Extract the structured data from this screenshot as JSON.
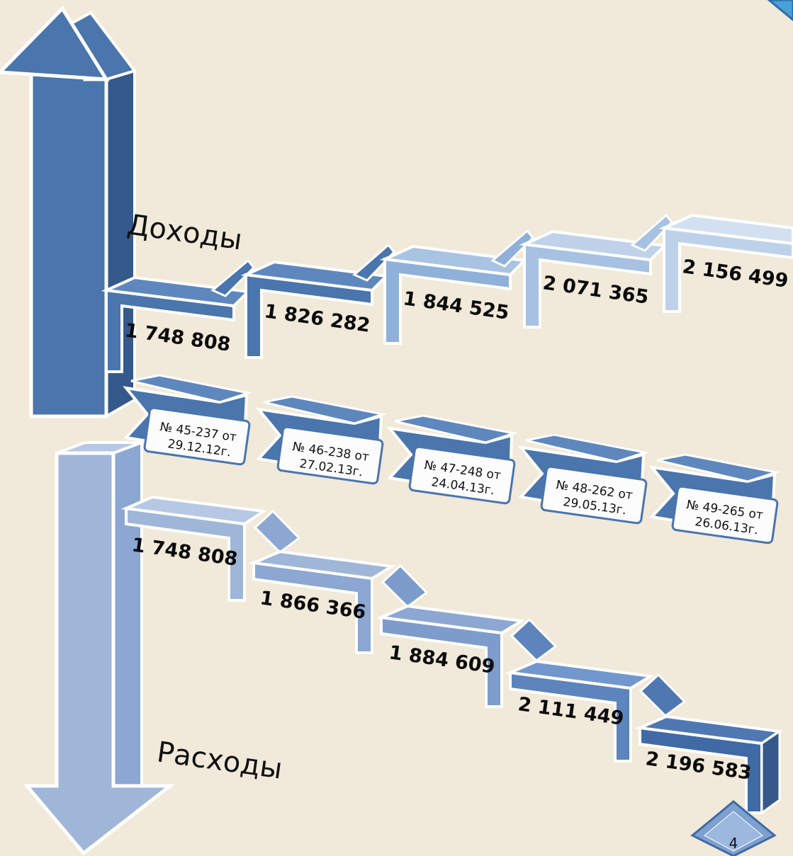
{
  "income": {
    "title": "Доходы",
    "values": [
      "1 748 808",
      "1 826 282",
      "1 844 525",
      "2 071 365",
      "2 156 499"
    ]
  },
  "expenses": {
    "title": "Расходы",
    "values": [
      "1 748 808",
      "1 866 366",
      "1 884 609",
      "2 111 449",
      "2 196 583"
    ]
  },
  "decisions": [
    {
      "number": "№ 45-237 от",
      "date": "29.12.12г."
    },
    {
      "number": "№ 46-238 от",
      "date": "27.02.13г."
    },
    {
      "number": "№ 47-248 от",
      "date": "24.04.13г."
    },
    {
      "number": "№ 48-262 от",
      "date": "29.05.13г."
    },
    {
      "number": "№ 49-265 от",
      "date": "26.06.13г."
    }
  ],
  "page_number": "4",
  "colors": {
    "background": "#f1e9d9",
    "income_blue": "#4a75ad",
    "income_dark": "#35598a",
    "expense_light": "#9fb6d8",
    "expense_mid": "#7d9ccb",
    "expense_dark": "#3f6aa6",
    "edge": "#ffffff"
  }
}
